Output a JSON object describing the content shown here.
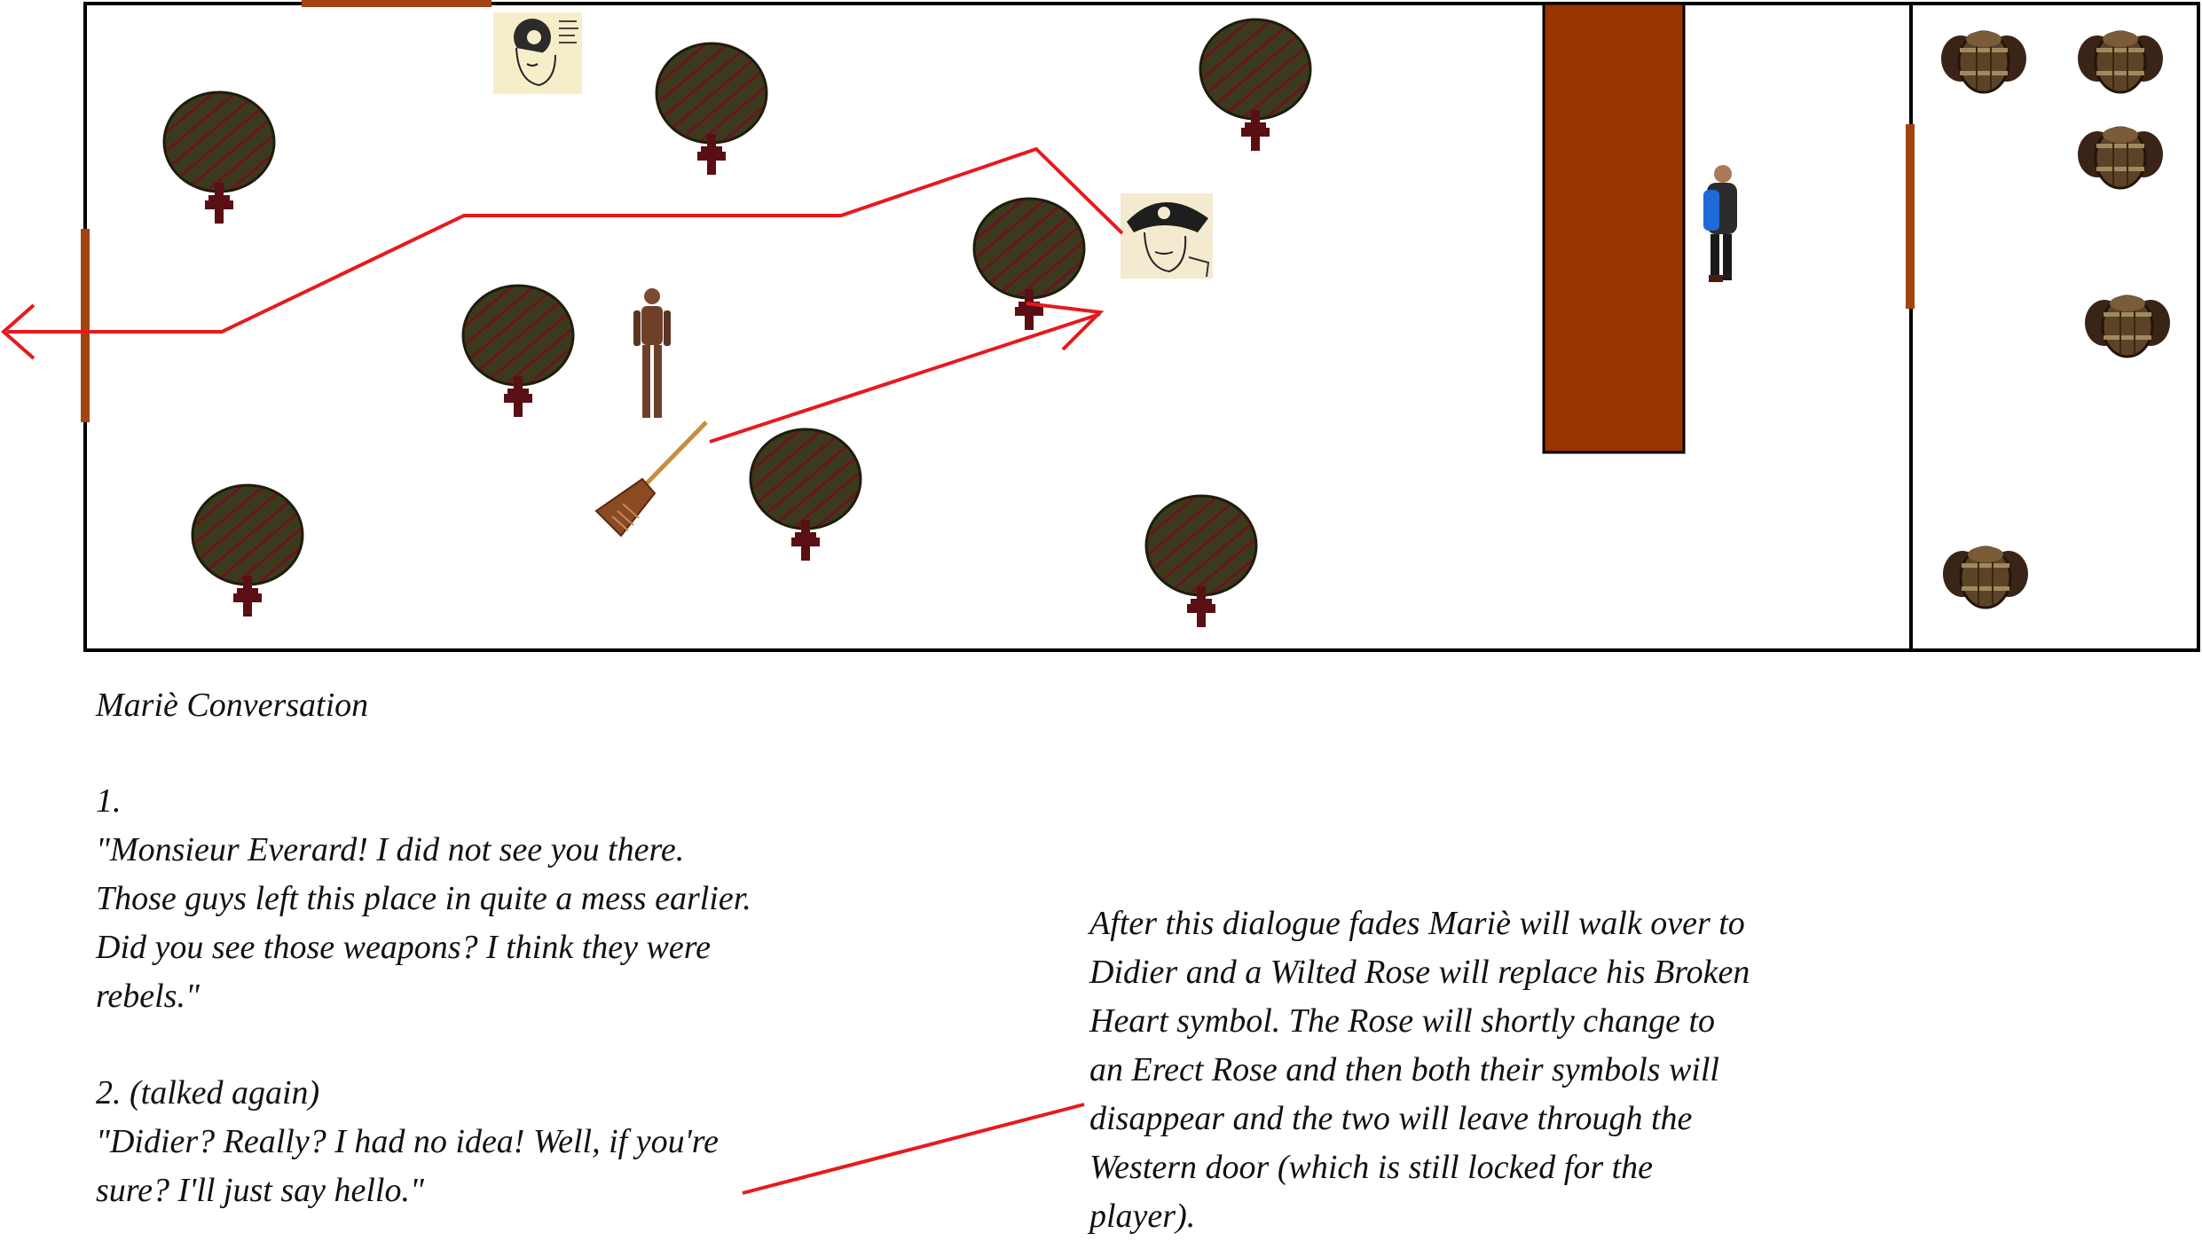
{
  "conversation": {
    "title": "Mariè Conversation",
    "line1": {
      "label": "1.",
      "text": "\"Monsieur Everard! I did not see you there.\nThose guys left this place in quite a mess earlier.\nDid you see those weapons? I think they were\nrebels.\""
    },
    "line2": {
      "label": "2. (talked again)",
      "text": "\"Didier? Really? I had no idea! Well, if you're\nsure? I'll just say hello.\""
    }
  },
  "note": {
    "text": "After this dialogue fades Mariè will walk over to\nDidier and a Wilted Rose will replace his Broken\nHeart symbol. The Rose will shortly change to\nan Erect Rose and then both their symbols will\ndisappear and the two will leave through the\nWestern door (which is still locked for the\nplayer)."
  },
  "map": {
    "colors": {
      "wall": "#000000",
      "door": "#a34312",
      "bar_counter": "#993300",
      "path_arrow": "#e8191c",
      "tree_canopy": "#3c3a1c",
      "tree_stripe": "#6b1420",
      "tree_trunk": "#5a0f14",
      "barrel": "#5c4327"
    },
    "sprites": [
      {
        "name": "marie-portrait-icon",
        "kind": "portrait"
      },
      {
        "name": "didier-portrait-icon",
        "kind": "portrait"
      },
      {
        "name": "everard-player-icon",
        "kind": "player"
      },
      {
        "name": "bartender-npc-icon",
        "kind": "npc"
      },
      {
        "name": "broom-icon",
        "kind": "item"
      }
    ]
  }
}
